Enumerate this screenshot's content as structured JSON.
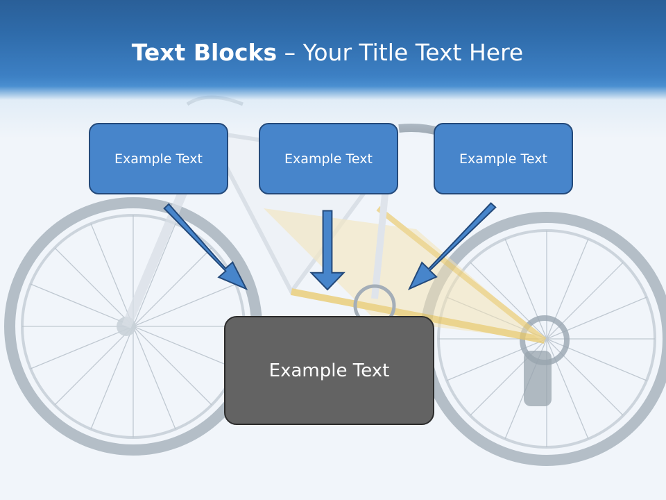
{
  "slide": {
    "title_bold": "Text Blocks",
    "title_rest": " – Your Title Text Here",
    "boxes": [
      {
        "label": "Example Text"
      },
      {
        "label": "Example Text"
      },
      {
        "label": "Example Text"
      }
    ],
    "main_box": {
      "label": "Example Text"
    }
  },
  "colors": {
    "header_blue": "#2f6cab",
    "box_blue": "#4785cb",
    "box_border": "#23497a",
    "main_box_gray": "#636363"
  }
}
